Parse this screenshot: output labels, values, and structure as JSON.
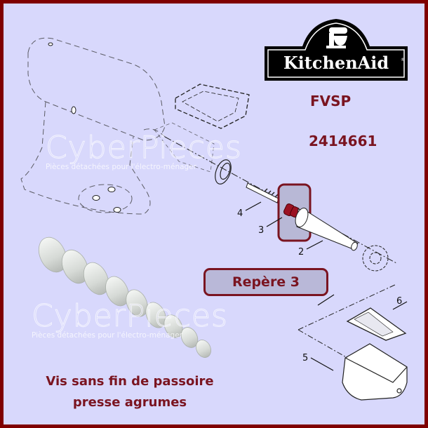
{
  "brand": {
    "logo_text": "KitchenAid",
    "registered_mark": "®",
    "logo_icon": "stand-mixer-icon"
  },
  "product": {
    "model": "FVSP",
    "part_number": "2414661",
    "reference_label": "Repère 3",
    "description_line1": "Vis sans fin de passoire",
    "description_line2": "presse agrumes"
  },
  "diagram": {
    "callouts": [
      {
        "id": "2",
        "label": "2"
      },
      {
        "id": "3",
        "label": "3"
      },
      {
        "id": "4",
        "label": "4"
      },
      {
        "id": "5",
        "label": "5"
      },
      {
        "id": "6",
        "label": "6"
      }
    ],
    "highlighted_part": "3"
  },
  "watermark": {
    "title": "CyberPieces",
    "subtitle": "Pièces détachées pour l'électro-ménager"
  },
  "colors": {
    "frame": "#7f0000",
    "background": "#d8d8fc",
    "text_accent": "#7a1420",
    "reference_box_fill": "#b9b8d8"
  }
}
